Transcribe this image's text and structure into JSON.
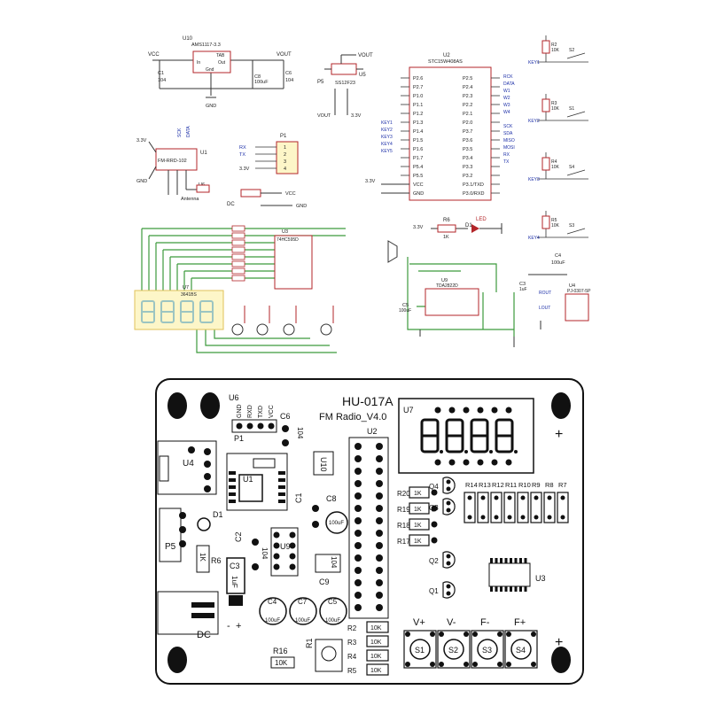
{
  "schematic": {
    "regulator": {
      "ref": "U10",
      "part": "AMS1117-3.3",
      "pin_tab": "TAB",
      "pin_in": "In",
      "pin_out": "Out",
      "pin_gnd": "Gnd",
      "vcc": "VCC",
      "vout": "VOUT",
      "c1": "C1",
      "c1_val": "104",
      "c8": "C8",
      "c8_val": "100uF",
      "c6": "C6",
      "c6_val": "104",
      "gnd": "GND"
    },
    "switch": {
      "ref": "U5",
      "part": "SS12F23",
      "net_p5": "P5",
      "vout": "VOUT",
      "v33": "3.3V"
    },
    "mcu": {
      "ref": "U2",
      "part": "STC15W408AS",
      "left_pins": [
        "P2.6",
        "P2.7",
        "P1.0",
        "P1.1",
        "P1.2",
        "P1.3",
        "P1.4",
        "P1.5",
        "P1.6",
        "P1.7",
        "P5.4",
        "P5.5",
        "VCC",
        "GND"
      ],
      "right_pins": [
        "P2.5",
        "P2.4",
        "P2.3",
        "P2.2",
        "P2.1",
        "P2.0",
        "P3.7",
        "P3.6",
        "P3.5",
        "P3.4",
        "P3.3",
        "P3.2",
        "P3.1/TXD",
        "P3.0/RXD"
      ],
      "left_nets": [
        "KEY1",
        "KEY2",
        "KEY3",
        "KEY4",
        "KEY5"
      ],
      "right_nets": [
        "RCK",
        "DATA",
        "W1",
        "W2",
        "W3",
        "W4",
        "SCK",
        "SDA",
        "MISO",
        "MOSI",
        "RX",
        "TX"
      ],
      "v33": "3.3V"
    },
    "keys": [
      {
        "net": "KEY1",
        "r": "R2",
        "r_val": "10K",
        "s": "S2"
      },
      {
        "net": "KEY2",
        "r": "R3",
        "r_val": "10K",
        "s": "S1"
      },
      {
        "net": "KEY3",
        "r": "R4",
        "r_val": "10K",
        "s": "S4"
      },
      {
        "net": "KEY4",
        "r": "R5",
        "r_val": "10K",
        "s": "S3"
      }
    ],
    "fm": {
      "ref": "U1",
      "part": "FM-RRD-102",
      "antenna": "Antenna",
      "u6": "U6",
      "v33": "3.3V",
      "gnd": "GND",
      "sck": "SCK",
      "sda": "DATA"
    },
    "header": {
      "ref": "P1",
      "pins": [
        "1",
        "2",
        "3",
        "4"
      ],
      "nets": [
        "RX",
        "TX",
        "",
        "3.3V"
      ]
    },
    "dc": {
      "label": "DC",
      "vcc": "VCC",
      "gnd": "GND"
    },
    "shift": {
      "ref": "U3",
      "part": "74HC595D",
      "u7": "U7",
      "u7_part": "3641BS"
    },
    "led": {
      "r": "R6",
      "r_val": "1K",
      "d": "D1",
      "d_label": "LED",
      "v33": "3.3V"
    },
    "amp": {
      "ref": "U9",
      "part": "TDA2822D",
      "c4": "C4",
      "c4_val": "100uF",
      "c5": "C5",
      "c5_val": "100uF",
      "c3": "C3",
      "c3_val": "1uF",
      "jack": "U4",
      "jack_part": "PJ-0307-5P",
      "rout": "ROUT",
      "lout": "LOUT"
    }
  },
  "pcb": {
    "title": "HU-017A",
    "subtitle": "FM Radio_V4.0",
    "u6": "U6",
    "p1_pins": [
      "GND",
      "RXD",
      "TXD",
      "VCC"
    ],
    "p1": "P1",
    "c6": "C6",
    "c6_val": "104",
    "u10": "U10",
    "u7": "U7",
    "u2": "U2",
    "u4": "U4",
    "u1": "U1",
    "d1": "D1",
    "p5": "P5",
    "r6": "R6",
    "r6_val": "1K",
    "c1": "C1",
    "c8": "C8",
    "c8_val": "100uF",
    "c2": "C2",
    "c2_val": "104",
    "u9": "U9",
    "c9": "C9",
    "c9_val": "104",
    "c3": "C3",
    "c3_val": "1uF",
    "c4": "C4",
    "c7": "C7",
    "c5": "C5",
    "cap_val": "100uF",
    "dc": "DC",
    "minus": "-",
    "plus": "+",
    "r16": "R16",
    "r16_val": "10K",
    "r1": "R1",
    "r_left": [
      {
        "ref": "R20",
        "val": "1K"
      },
      {
        "ref": "R19",
        "val": "1K"
      },
      {
        "ref": "R18",
        "val": "1K"
      },
      {
        "ref": "R17",
        "val": "1K"
      }
    ],
    "r_bottom": [
      {
        "ref": "R2",
        "val": "10K"
      },
      {
        "ref": "R3",
        "val": "10K"
      },
      {
        "ref": "R4",
        "val": "10K"
      },
      {
        "ref": "R5",
        "val": "10K"
      }
    ],
    "q": [
      "Q4",
      "Q3",
      "Q2",
      "Q1"
    ],
    "r_top": [
      "R14",
      "R13",
      "R12",
      "R11",
      "R10",
      "R9",
      "R8",
      "R7"
    ],
    "u3": "U3",
    "buttons": [
      {
        "label": "V+",
        "ref": "S1"
      },
      {
        "label": "V-",
        "ref": "S2"
      },
      {
        "label": "F-",
        "ref": "S3"
      },
      {
        "label": "F+",
        "ref": "S4"
      }
    ],
    "corner_plus": "+"
  }
}
